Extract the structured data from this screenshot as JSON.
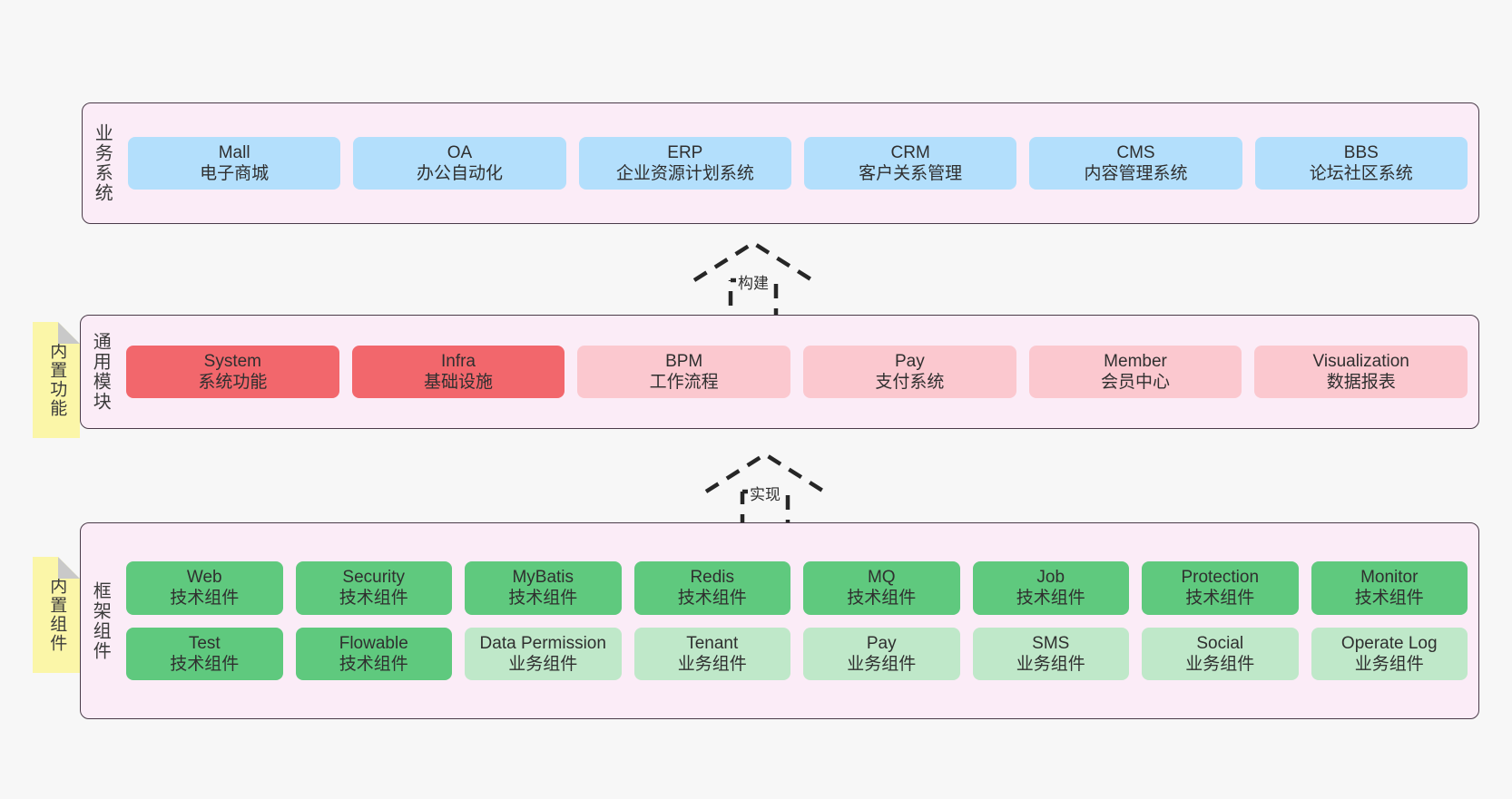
{
  "diagram": {
    "background": "#f7f7f7",
    "layer_fill": "#fbecf7",
    "layer_border": "#4a3b49",
    "note_fill": "#fbf6a8"
  },
  "layers": [
    {
      "id": "business-system",
      "title": "业务系统",
      "note": null,
      "rows": [
        {
          "cells": [
            {
              "name": "Mall",
              "desc": "电子商城",
              "color": "#b3dffc",
              "style": "c-blue"
            },
            {
              "name": "OA",
              "desc": "办公自动化",
              "color": "#b3dffc",
              "style": "c-blue"
            },
            {
              "name": "ERP",
              "desc": "企业资源计划系统",
              "color": "#b3dffc",
              "style": "c-blue"
            },
            {
              "name": "CRM",
              "desc": "客户关系管理",
              "color": "#b3dffc",
              "style": "c-blue"
            },
            {
              "name": "CMS",
              "desc": "内容管理系统",
              "color": "#b3dffc",
              "style": "c-blue"
            },
            {
              "name": "BBS",
              "desc": "论坛社区系统",
              "color": "#b3dffc",
              "style": "c-blue"
            }
          ]
        }
      ]
    },
    {
      "id": "common-module",
      "title": "通用模块",
      "note": "内置功能",
      "rows": [
        {
          "cells": [
            {
              "name": "System",
              "desc": "系统功能",
              "color": "#f2676c",
              "style": "c-red"
            },
            {
              "name": "Infra",
              "desc": "基础设施",
              "color": "#f2676c",
              "style": "c-red"
            },
            {
              "name": "BPM",
              "desc": "工作流程",
              "color": "#fbc8cf",
              "style": "c-pink"
            },
            {
              "name": "Pay",
              "desc": "支付系统",
              "color": "#fbc8cf",
              "style": "c-pink"
            },
            {
              "name": "Member",
              "desc": "会员中心",
              "color": "#fbc8cf",
              "style": "c-pink"
            },
            {
              "name": "Visualization",
              "desc": "数据报表",
              "color": "#fbc8cf",
              "style": "c-pink"
            }
          ]
        }
      ]
    },
    {
      "id": "framework-component",
      "title": "框架组件",
      "note": "内置组件",
      "rows": [
        {
          "cells": [
            {
              "name": "Web",
              "desc": "技术组件",
              "color": "#5fc97e",
              "style": "c-green"
            },
            {
              "name": "Security",
              "desc": "技术组件",
              "color": "#5fc97e",
              "style": "c-green"
            },
            {
              "name": "MyBatis",
              "desc": "技术组件",
              "color": "#5fc97e",
              "style": "c-green"
            },
            {
              "name": "Redis",
              "desc": "技术组件",
              "color": "#5fc97e",
              "style": "c-green"
            },
            {
              "name": "MQ",
              "desc": "技术组件",
              "color": "#5fc97e",
              "style": "c-green"
            },
            {
              "name": "Job",
              "desc": "技术组件",
              "color": "#5fc97e",
              "style": "c-green"
            },
            {
              "name": "Protection",
              "desc": "技术组件",
              "color": "#5fc97e",
              "style": "c-green"
            },
            {
              "name": "Monitor",
              "desc": "技术组件",
              "color": "#5fc97e",
              "style": "c-green"
            }
          ]
        },
        {
          "cells": [
            {
              "name": "Test",
              "desc": "技术组件",
              "color": "#5fc97e",
              "style": "c-green"
            },
            {
              "name": "Flowable",
              "desc": "技术组件",
              "color": "#5fc97e",
              "style": "c-green"
            },
            {
              "name": "Data Permission",
              "desc": "业务组件",
              "color": "#bfe8c9",
              "style": "c-green-light"
            },
            {
              "name": "Tenant",
              "desc": "业务组件",
              "color": "#bfe8c9",
              "style": "c-green-light"
            },
            {
              "name": "Pay",
              "desc": "业务组件",
              "color": "#bfe8c9",
              "style": "c-green-light"
            },
            {
              "name": "SMS",
              "desc": "业务组件",
              "color": "#bfe8c9",
              "style": "c-green-light"
            },
            {
              "name": "Social",
              "desc": "业务组件",
              "color": "#bfe8c9",
              "style": "c-green-light"
            },
            {
              "name": "Operate Log",
              "desc": "业务组件",
              "color": "#bfe8c9",
              "style": "c-green-light"
            }
          ]
        }
      ]
    }
  ],
  "connectors": [
    {
      "id": "build-arrow",
      "label": "构建",
      "from": "common-module",
      "to": "business-system",
      "style": "dashed-generalization"
    },
    {
      "id": "implement-arrow",
      "label": "实现",
      "from": "framework-component",
      "to": "common-module",
      "style": "dashed-generalization"
    }
  ]
}
